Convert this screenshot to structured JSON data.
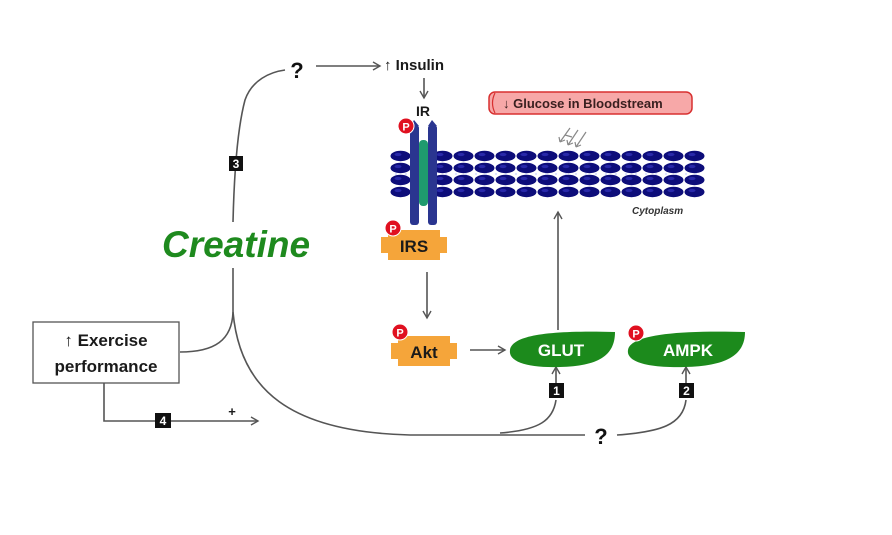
{
  "diagram": {
    "central_compound": "Creatine",
    "unknown_mark": "?",
    "insulin_label": "↑ Insulin",
    "receptor_label": "IR",
    "glucose_label": "↓ Glucose in Bloodstream",
    "membrane_label": "Cytoplasm",
    "phospho_label": "P",
    "irs_label": "IRS",
    "akt_label": "Akt",
    "glut_label": "GLUT",
    "ampk_label": "AMPK",
    "exercise_line1": "↑ Exercise",
    "exercise_line2": "performance",
    "plus_sign": "+",
    "pathway_numbers": [
      "1",
      "2",
      "3",
      "4"
    ],
    "colors": {
      "creatine_green": "#1e8a1e",
      "protein_green": "#1c8a1c",
      "kinase_orange": "#f5a53a",
      "membrane_blue": "#0d0d7a",
      "receptor_blue": "#2a3590",
      "receptor_teal": "#1f9a6e",
      "phospho_red": "#e01020",
      "glucose_box_fill": "#f7a8a8",
      "glucose_box_border": "#d83030"
    }
  }
}
